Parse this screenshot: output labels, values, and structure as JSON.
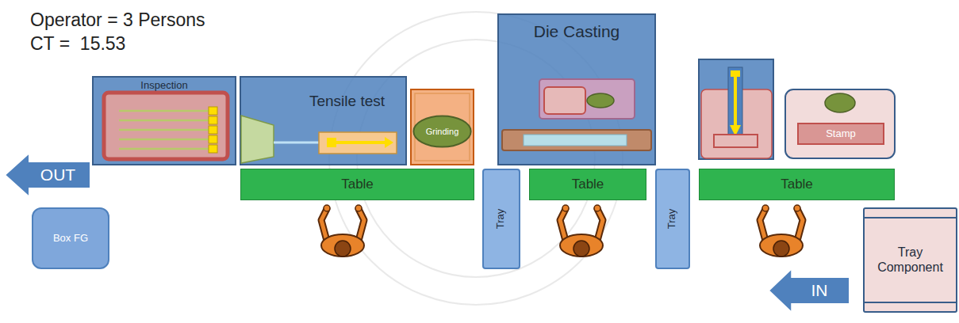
{
  "diagram": {
    "nodes": [
      {
        "text": [
          "Inspection"
        ]
      },
      {
        "text": [
          "Tensile test"
        ]
      },
      {
        "text": [
          "Grinding"
        ]
      },
      {
        "text": [
          "Die Casting"
        ]
      },
      {
        "text": [
          "Stamp"
        ]
      },
      {
        "text": [
          "Table"
        ]
      },
      {
        "text": [
          "Tray"
        ]
      },
      {
        "text": [
          "Table"
        ]
      },
      {
        "text": [
          "Tray"
        ]
      },
      {
        "text": [
          "Table"
        ]
      },
      {
        "text": [
          "OUT"
        ]
      },
      {
        "text": [
          "Box FG"
        ]
      },
      {
        "text": [
          "Tray Component"
        ]
      },
      {
        "text": [
          "IN"
        ]
      }
    ],
    "labels": [
      "Operator = 3 Persons",
      "CT =  15.53"
    ]
  }
}
